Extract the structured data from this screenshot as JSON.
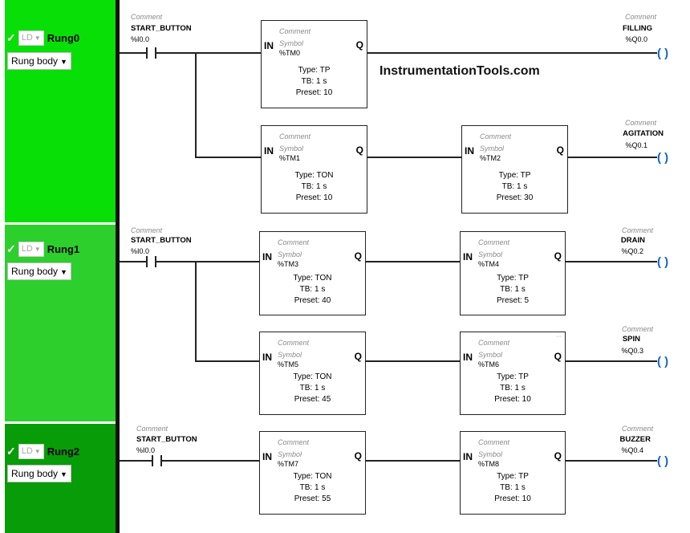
{
  "watermark": "InstrumentationTools.com",
  "colors": {
    "rung0": "#07df07",
    "rung1": "#2ccf2c",
    "rung2": "#089c08",
    "coil": "#1566c0"
  },
  "rungs": [
    {
      "check": "✓",
      "lang": "LD",
      "name": "Rung0",
      "body_label": "Rung body",
      "contact": {
        "comment": "Comment",
        "name": "START_BUTTON",
        "address": "%I0.0"
      },
      "timers": [
        {
          "in": "IN",
          "q": "Q",
          "comment": "Comment",
          "symbol": "Symbol",
          "id": "%TM0",
          "type": "Type: TP",
          "tb": "TB: 1 s",
          "preset": "Preset: 10"
        },
        {
          "in": "IN",
          "q": "Q",
          "comment": "Comment",
          "symbol": "Symbol",
          "id": "%TM1",
          "type": "Type: TON",
          "tb": "TB: 1 s",
          "preset": "Preset: 10"
        },
        {
          "in": "IN",
          "q": "Q",
          "comment": "Comment",
          "symbol": "Symbol",
          "id": "%TM2",
          "type": "Type: TP",
          "tb": "TB: 1 s",
          "preset": "Preset: 30"
        }
      ],
      "coils": [
        {
          "comment": "Comment",
          "name": "FILLING",
          "address": "%Q0.0",
          "symbol": "( )"
        },
        {
          "comment": "Comment",
          "name": "AGITATION",
          "address": "%Q0.1",
          "symbol": "( )"
        }
      ]
    },
    {
      "check": "✓",
      "lang": "LD",
      "name": "Rung1",
      "body_label": "Rung body",
      "contact": {
        "comment": "Comment",
        "name": "START_BUTTON",
        "address": "%I0.0"
      },
      "timers": [
        {
          "in": "IN",
          "q": "Q",
          "comment": "Comment",
          "symbol": "Symbol",
          "id": "%TM3",
          "type": "Type: TON",
          "tb": "TB: 1 s",
          "preset": "Preset: 40"
        },
        {
          "in": "IN",
          "q": "Q",
          "comment": "Comment",
          "symbol": "Symbol",
          "id": "%TM4",
          "type": "Type: TP",
          "tb": "TB: 1 s",
          "preset": "Preset: 5"
        },
        {
          "in": "IN",
          "q": "Q",
          "comment": "Comment",
          "symbol": "Symbol",
          "id": "%TM5",
          "type": "Type: TON",
          "tb": "TB: 1 s",
          "preset": "Preset: 45"
        },
        {
          "in": "IN",
          "q": "Q",
          "comment": "Comment",
          "symbol": "Symbol",
          "id": "%TM6",
          "type": "Type: TP",
          "tb": "TB: 1 s",
          "preset": "Preset: 10"
        }
      ],
      "coils": [
        {
          "comment": "Comment",
          "name": "DRAIN",
          "address": "%Q0.2",
          "symbol": "( )"
        },
        {
          "comment": "Comment",
          "name": "SPIN",
          "address": "%Q0.3",
          "symbol": "( )"
        }
      ]
    },
    {
      "check": "✓",
      "lang": "LD",
      "name": "Rung2",
      "body_label": "Rung body",
      "contact": {
        "comment": "Comment",
        "name": "START_BUTTON",
        "address": "%I0.0"
      },
      "timers": [
        {
          "in": "IN",
          "q": "Q",
          "comment": "Comment",
          "symbol": "Symbol",
          "id": "%TM7",
          "type": "Type: TON",
          "tb": "TB: 1 s",
          "preset": "Preset: 55"
        },
        {
          "in": "IN",
          "q": "Q",
          "comment": "Comment",
          "symbol": "Symbol",
          "id": "%TM8",
          "type": "Type: TP",
          "tb": "TB: 1 s",
          "preset": "Preset: 10"
        }
      ],
      "coils": [
        {
          "comment": "Comment",
          "name": "BUZZER",
          "address": "%Q0.4",
          "symbol": "( )"
        }
      ]
    }
  ]
}
